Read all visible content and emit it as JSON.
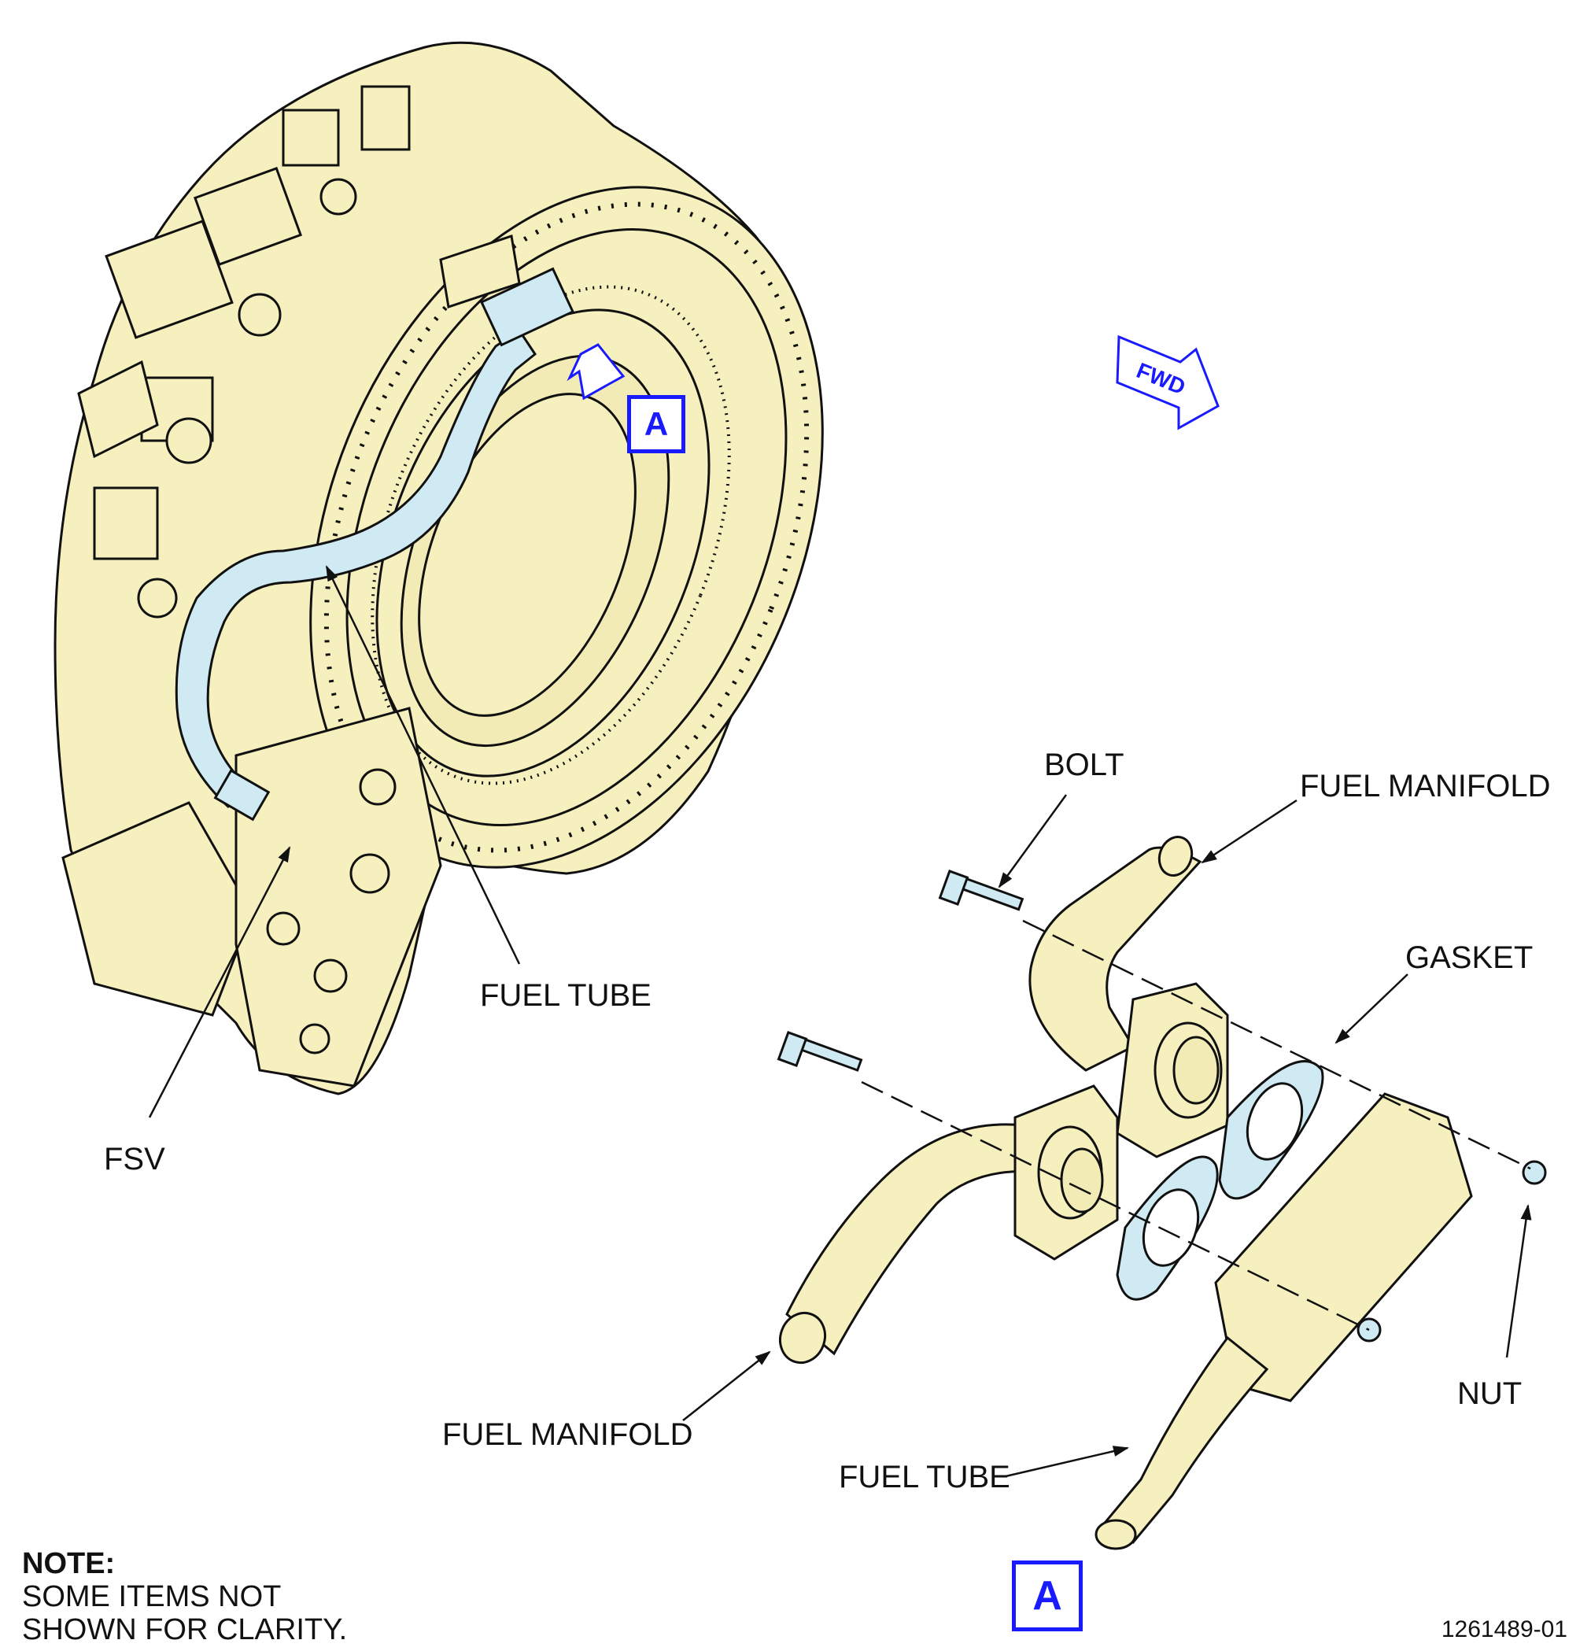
{
  "labels": {
    "fuel_tube_upper": "FUEL TUBE",
    "fsv": "FSV",
    "bolt": "BOLT",
    "fuel_manifold_top": "FUEL MANIFOLD",
    "gasket": "GASKET",
    "nut": "NUT",
    "fuel_manifold_bottom": "FUEL MANIFOLD",
    "fuel_tube_lower": "FUEL TUBE",
    "fwd": "FWD"
  },
  "view_callout": {
    "letter": "A"
  },
  "detail_view": {
    "letter": "A"
  },
  "note": {
    "title": "NOTE:",
    "line1": "SOME ITEMS NOT",
    "line2": "SHOWN FOR CLARITY."
  },
  "figure_number": "1261489-01",
  "colors": {
    "part_fill": "#f6efbe",
    "highlight_fill": "#cfeaf2",
    "accent_blue": "#1a1aff",
    "line": "#111111"
  }
}
